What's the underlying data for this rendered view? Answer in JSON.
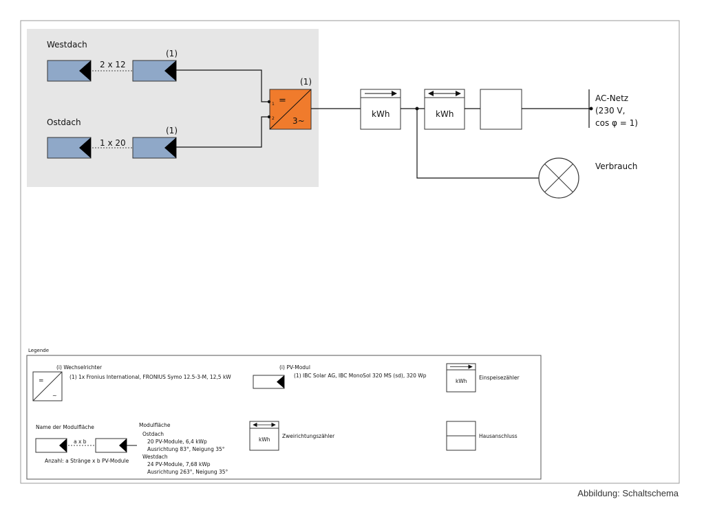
{
  "diagram": {
    "pv_area": {
      "west_label": "Westdach",
      "west_count": "2 x 12",
      "west_ref": "(1)",
      "east_label": "Ostdach",
      "east_count": "1 x 20",
      "east_ref": "(1)"
    },
    "inverter": {
      "ref": "(1)",
      "dc_symbol": "=",
      "ac_symbol": "3~",
      "input_1": "1",
      "input_2": "2"
    },
    "meter_feed_label": "kWh",
    "meter_bidir_label": "kWh",
    "grid": {
      "line1": "AC-Netz",
      "line2": "(230 V,",
      "line3": "cos φ  = 1)"
    },
    "consumption_label": "Verbrauch"
  },
  "legend": {
    "title": "Legende",
    "inverter": {
      "header": "(i)  Wechselrichter",
      "detail": "(1) 1x Fronius International, FRONIUS Symo 12.5-3-M, 12,5 kW",
      "dc_symbol": "=",
      "ac_symbol": "~"
    },
    "pv_module": {
      "header": "(i)  PV-Modul",
      "detail": "(1) IBC Solar AG, IBC MonoSol 320 MS (sd), 320 Wp"
    },
    "feed_meter": {
      "kwh": "kWh",
      "label": "Einspeisezähler"
    },
    "area_name": "Name der Modulfläche",
    "string_count": "a x b",
    "string_caption": "Anzahl: a Stränge x b PV-Module",
    "areas": {
      "title": "Modulfläche",
      "east_name": "Ostdach",
      "east_modules": "20 PV-Module, 6,4 kWp",
      "east_orientation": "Ausrichtung 83°, Neigung 35°",
      "west_name": "Westdach",
      "west_modules": "24 PV-Module, 7,68 kWp",
      "west_orientation": "Ausrichtung 263°, Neigung 35°"
    },
    "bidir_meter": {
      "kwh": "kWh",
      "label": "Zweirichtungszähler"
    },
    "house_connection": "Hausanschluss"
  },
  "caption": "Abbildung: Schaltschema",
  "colors": {
    "pv_module": "#8fa8c8",
    "inverter": "#f07b2c",
    "pv_area_background": "#e6e6e6"
  }
}
